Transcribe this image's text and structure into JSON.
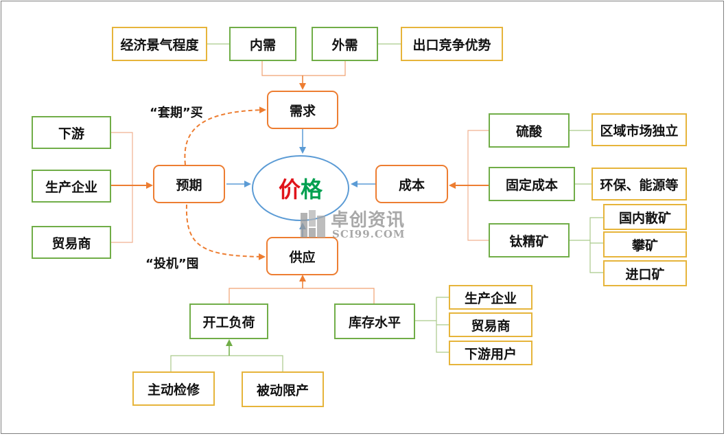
{
  "center": {
    "part1": "价",
    "part2": "格"
  },
  "hubs": {
    "demand": "需求",
    "supply": "供应",
    "expectation": "预期",
    "cost": "成本"
  },
  "demand_factors": {
    "internal": "内需",
    "external": "外需",
    "economy": "经济景气程度",
    "export_advantage": "出口竞争优势"
  },
  "expectation_factors": {
    "downstream": "下游",
    "producer": "生产企业",
    "trader": "贸易商"
  },
  "expectation_annotations": {
    "buy": "“套期”买",
    "hoard": "“投机”囤"
  },
  "cost_factors": {
    "sulfuric_acid": "硫酸",
    "fixed_cost": "固定成本",
    "titanium_concentrate": "钛精矿"
  },
  "cost_details": {
    "regional_market": "区域市场独立",
    "environmental": "环保、能源等",
    "domestic_ore": "国内散矿",
    "panzhihua_ore": "攀矿",
    "imported_ore": "进口矿"
  },
  "supply_factors": {
    "operating_rate": "开工负荷",
    "inventory": "库存水平"
  },
  "operating_details": {
    "active_maintenance": "主动检修",
    "passive_cut": "被动限产"
  },
  "inventory_details": {
    "producer": "生产企业",
    "trader": "贸易商",
    "downstream_users": "下游用户"
  },
  "watermark": {
    "name": "卓创资讯",
    "domain": "SCI99.COM"
  },
  "colors": {
    "green_border": "#70ad47",
    "yellow_border": "#e6b43a",
    "orange_arrow": "#ed7d31",
    "blue_arrow": "#5b9bd5",
    "price_red": "#e0141b",
    "price_green": "#00a050"
  }
}
